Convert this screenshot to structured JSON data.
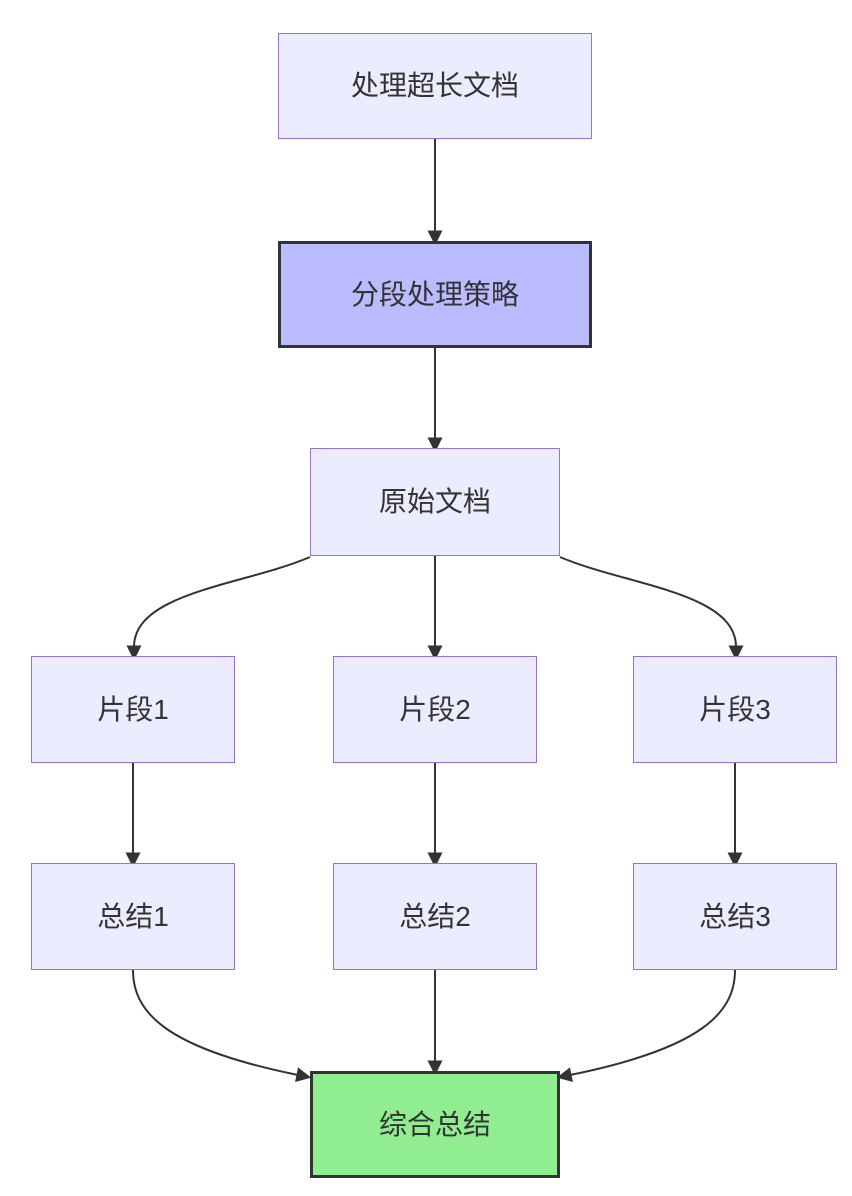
{
  "diagram": {
    "type": "flowchart",
    "direction": "top-down",
    "nodes": [
      {
        "id": "A",
        "label": "处理超长文档",
        "style": "default"
      },
      {
        "id": "B",
        "label": "分段处理策略",
        "style": "highlight"
      },
      {
        "id": "C",
        "label": "原始文档",
        "style": "default"
      },
      {
        "id": "D1",
        "label": "片段1",
        "style": "default"
      },
      {
        "id": "D2",
        "label": "片段2",
        "style": "default"
      },
      {
        "id": "D3",
        "label": "片段3",
        "style": "default"
      },
      {
        "id": "E1",
        "label": "总结1",
        "style": "default"
      },
      {
        "id": "E2",
        "label": "总结2",
        "style": "default"
      },
      {
        "id": "E3",
        "label": "总结3",
        "style": "default"
      },
      {
        "id": "F",
        "label": "综合总结",
        "style": "success"
      }
    ],
    "edges": [
      {
        "from": "A",
        "to": "B"
      },
      {
        "from": "B",
        "to": "C"
      },
      {
        "from": "C",
        "to": "D1"
      },
      {
        "from": "C",
        "to": "D2"
      },
      {
        "from": "C",
        "to": "D3"
      },
      {
        "from": "D1",
        "to": "E1"
      },
      {
        "from": "D2",
        "to": "E2"
      },
      {
        "from": "D3",
        "to": "E3"
      },
      {
        "from": "E1",
        "to": "F"
      },
      {
        "from": "E2",
        "to": "F"
      },
      {
        "from": "E3",
        "to": "F"
      }
    ],
    "colors": {
      "node_fill": "#ECECFF",
      "node_border": "#9370DB",
      "highlight_fill": "#BBBBFF",
      "highlight_border": "#333333",
      "success_fill": "#90EE90",
      "success_border": "#333333",
      "edge_color": "#333333",
      "text_color": "#333333",
      "background": "#FFFFFF"
    }
  }
}
